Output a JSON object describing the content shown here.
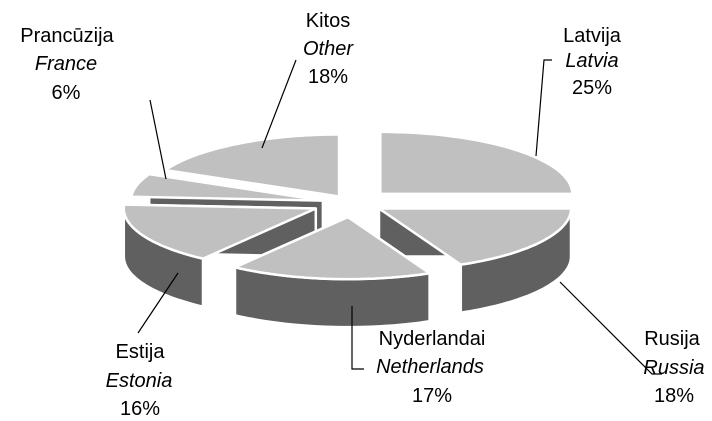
{
  "chart_data": {
    "type": "pie",
    "style": "3d-exploded",
    "slices": [
      {
        "label_lt": "Latvija",
        "label_en": "Latvia",
        "value": 25,
        "value_label": "25%"
      },
      {
        "label_lt": "Rusija",
        "label_en": "Russia",
        "value": 18,
        "value_label": "18%"
      },
      {
        "label_lt": "Nyderlandai",
        "label_en": "Netherlands",
        "value": 17,
        "value_label": "17%"
      },
      {
        "label_lt": "Estija",
        "label_en": "Estonia",
        "value": 16,
        "value_label": "16%"
      },
      {
        "label_lt": "Prancūzija",
        "label_en": "France",
        "value": 6,
        "value_label": "6%"
      },
      {
        "label_lt": "Kitos",
        "label_en": "Other",
        "value": 18,
        "value_label": "18%"
      }
    ],
    "colors": {
      "top": "#c0c0c0",
      "side": "#606060",
      "edge": "#ffffff",
      "leader": "#000000"
    },
    "legend": "none"
  }
}
